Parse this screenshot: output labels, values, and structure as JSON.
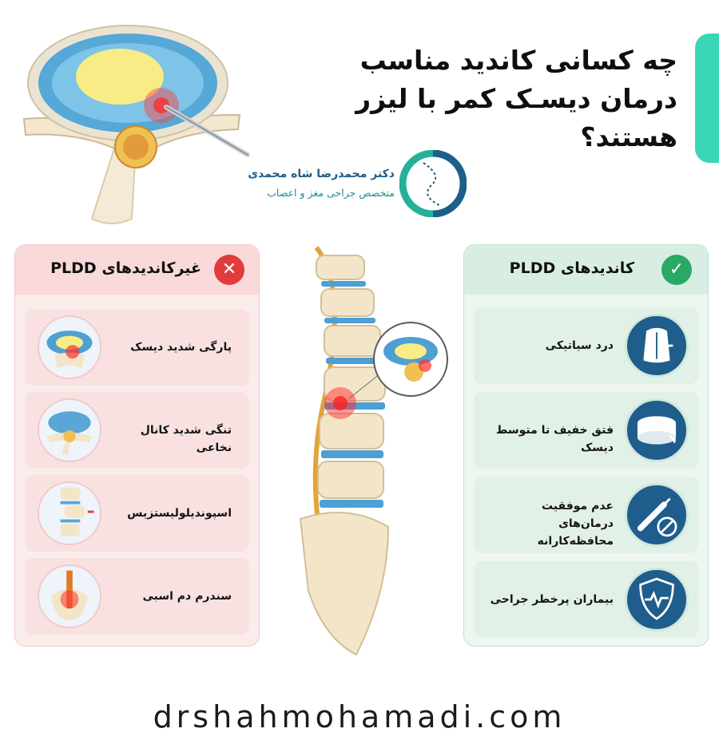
{
  "header": {
    "title_line1": "چه کسانی کاندید مناسب",
    "title_line2": "درمان دیسـک کمر با لیزر",
    "title_line3": "هستند؟"
  },
  "brand": {
    "name": "دکتر محمدرضا شاه محمدی",
    "subtitle": "متخصص جراحی مغز و اعصاب"
  },
  "non_candidates": {
    "title": "غیرکاندیدهای PLDD",
    "icon": "x-mark-icon",
    "accent": "#e23b3b",
    "items": [
      {
        "label": "پارگی شدید دیسک",
        "icon": "torn-disc-icon"
      },
      {
        "label": "تنگی شدید کانال نخاعی",
        "icon": "spinal-canal-stenosis-icon"
      },
      {
        "label": "اسپوندیلولیستزیس",
        "icon": "spondylolisthesis-icon"
      },
      {
        "label": "سندرم دم اسبی",
        "icon": "cauda-equina-icon"
      }
    ]
  },
  "candidates": {
    "title": "کاندیدهای PLDD",
    "icon": "check-mark-icon",
    "accent": "#2aa865",
    "items": [
      {
        "label": "درد سیاتیکی",
        "icon": "sciatica-back-icon"
      },
      {
        "label": "فتق خفیف تا متوسط دیسک",
        "icon": "herniated-disc-icon"
      },
      {
        "label": "عدم موفقیت درمان‌های محافظه‌کارانه",
        "icon": "syringe-no-icon"
      },
      {
        "label": "بیماران پرخطر جراحی",
        "icon": "shield-heartbeat-icon"
      }
    ]
  },
  "footer": {
    "website": "drshahmohamadi.com"
  }
}
